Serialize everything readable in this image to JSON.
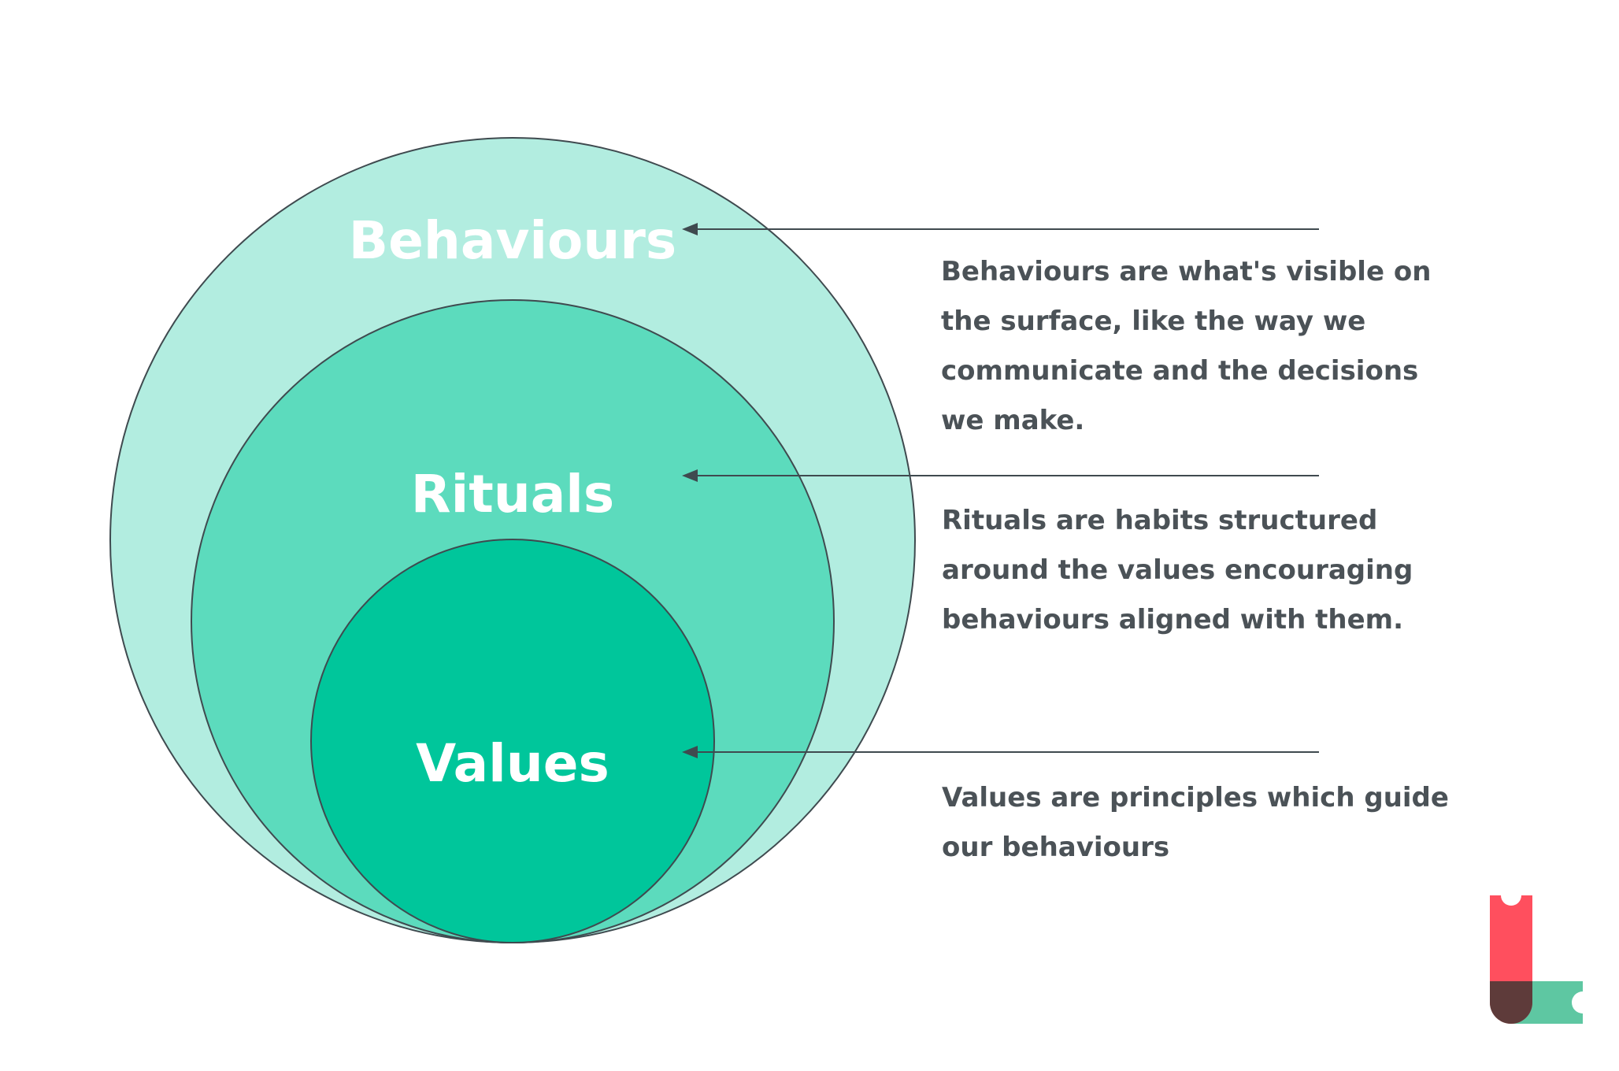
{
  "diagram": {
    "layers": [
      {
        "id": "behaviours",
        "label": "Behaviours",
        "fill": "#b2ede0",
        "description": "Behaviours are what's visible on the surface, like the way we communicate and the decisions we make."
      },
      {
        "id": "rituals",
        "label": "Rituals",
        "fill": "#5cdbbd",
        "description": "Rituals are habits structured around the values encouraging behaviours aligned with them."
      },
      {
        "id": "values",
        "label": "Values",
        "fill": "#00c69b",
        "description": "Values are principles which guide our behaviours"
      }
    ],
    "outline_color": "#3f4a4f",
    "label_color": "#ffffff",
    "text_color": "#4b5257"
  },
  "logo": {
    "icon": "brand-logo-icon",
    "colors": {
      "red": "#ff4f5e",
      "green": "#5ec7a2",
      "overlap": "#5e3b3a"
    }
  }
}
